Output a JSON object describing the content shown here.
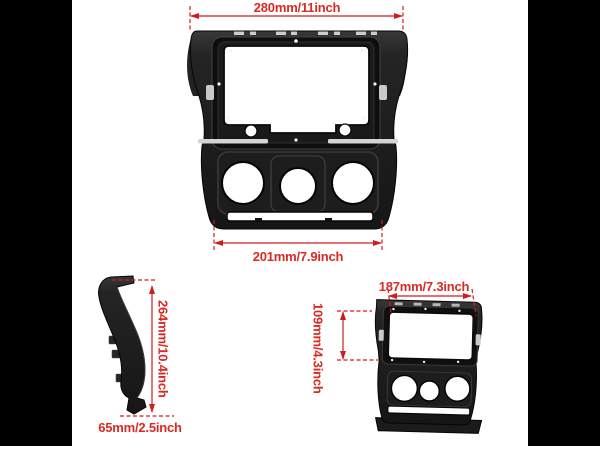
{
  "image": {
    "type": "product dimension diagram",
    "subject": "car radio fascia dash mounting frame"
  },
  "colors": {
    "dimension_red": "#d92a24",
    "panel_black": "#1a1a1a",
    "trim_silver": "#d4d4d4",
    "letterbox_black": "#000000",
    "background_white": "#ffffff"
  },
  "front_view": {
    "overall_width": "280mm/11inch",
    "control_panel_width": "201mm/7.9inch"
  },
  "side_view": {
    "overall_height": "264mm/10.4inch",
    "depth": "65mm/2.5inch"
  },
  "quarter_view": {
    "opening_width": "187mm/7.3inch",
    "opening_height": "109mm/4.3inch"
  }
}
